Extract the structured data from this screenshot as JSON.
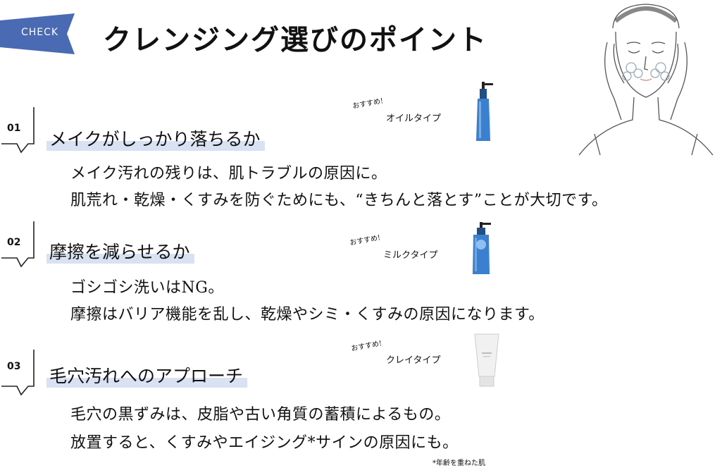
{
  "header": {
    "ribbon_label": "CHECK",
    "title": "クレンジング選びのポイント"
  },
  "colors": {
    "ribbon": "#4a6ab3",
    "highlight": "#d9e2f3",
    "bottle_blue": "#3a7fd0",
    "tube": "#f1f1f1"
  },
  "sections": [
    {
      "number": "01",
      "heading": "メイクがしっかり落ちるか",
      "recommend": "おすすめ!",
      "type": "オイルタイプ",
      "lines": [
        "メイク汚れの残りは、肌トラブルの原因に。",
        "肌荒れ・乾燥・くすみを防ぐためにも、“きちんと落とす”ことが大切です。"
      ]
    },
    {
      "number": "02",
      "heading": "摩擦を減らせるか",
      "recommend": "おすすめ!",
      "type": "ミルクタイプ",
      "lines": [
        "ゴシゴシ洗いはNG。",
        "摩擦はバリア機能を乱し、乾燥やシミ・くすみの原因になります。"
      ]
    },
    {
      "number": "03",
      "heading": "毛穴汚れへのアプローチ",
      "recommend": "おすすめ!",
      "type": "クレイタイプ",
      "lines": [
        "毛穴の黒ずみは、皮脂や古い角質の蓄積によるもの。",
        "放置すると、くすみやエイジング*サインの原因にも。"
      ]
    }
  ],
  "footnote": "*年齢を重ねた肌"
}
